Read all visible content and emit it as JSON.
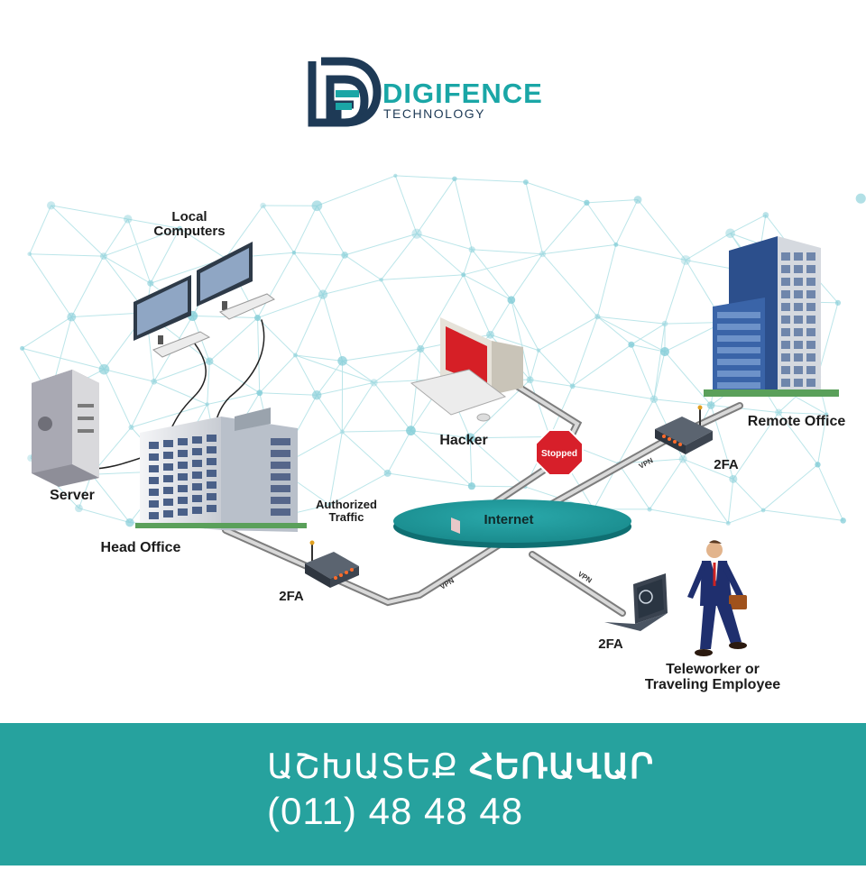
{
  "brand": {
    "name": "DIGIFENCE",
    "tagline": "TECHNOLOGY",
    "primary_color": "#1e3a56",
    "accent_color": "#1aa6a6"
  },
  "nodes": {
    "local_computers": "Local\nComputers",
    "server": "Server",
    "head_office": "Head Office",
    "hacker": "Hacker",
    "stopped_sign": "Stopped",
    "internet": "Internet",
    "authorized_traffic": "Authorized\nTraffic",
    "remote_office": "Remote Office",
    "teleworker": "Teleworker or\nTraveling Employee"
  },
  "links": {
    "vpn": "VPN",
    "twofa": "2FA"
  },
  "footer": {
    "line1_regular": "ԱՇԽԱՏԵՔ",
    "line1_bold": "ՀԵՌԱՎԱՐ",
    "phone": "(011) 48 48 48",
    "background": "#26a29e"
  }
}
